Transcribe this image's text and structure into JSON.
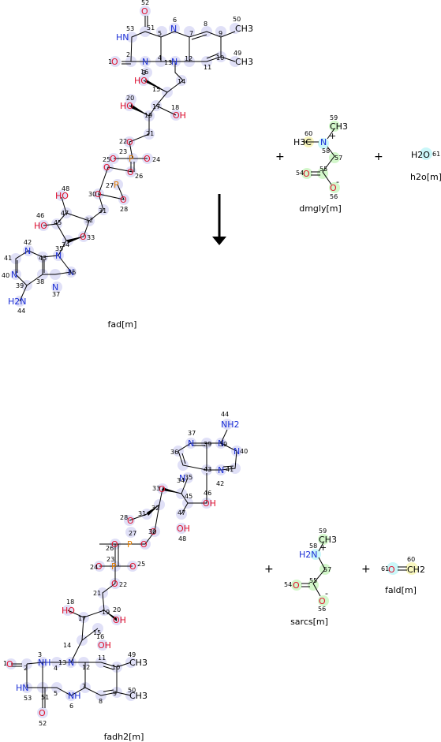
{
  "colors": {
    "bond": "#000000",
    "nitrogen": "#1b2fd6",
    "oxygen": "#e0102c",
    "phosphorus": "#e07c00",
    "hl_purple": "#c7c7f2",
    "hl_green": "#aef0a0",
    "hl_yellow": "#f4f08a",
    "hl_cyan": "#9ff0f4"
  },
  "reaction": {
    "arrow": "reaction-arrow",
    "plus_sign": "+",
    "reactants": [
      {
        "name": "fad[m]"
      },
      {
        "name": "dmgly[m]"
      },
      {
        "name": "h2o[m]"
      }
    ],
    "products": [
      {
        "name": "fadh2[m]"
      },
      {
        "name": "sarcs[m]"
      },
      {
        "name": "fald[m]"
      }
    ]
  },
  "atom_labels": {
    "ch3": "CH3",
    "o": "O",
    "n": "N",
    "nh": "NH",
    "hn": "HN",
    "ho": "HO",
    "oh": "OH",
    "p": "P",
    "h2n": "H2N",
    "nh2": "NH2",
    "h3c": "H3C",
    "h2o": "H2O",
    "ch2": "CH2",
    "minus": "-",
    "plus": "+",
    "h2n_plus": "H2N+"
  }
}
